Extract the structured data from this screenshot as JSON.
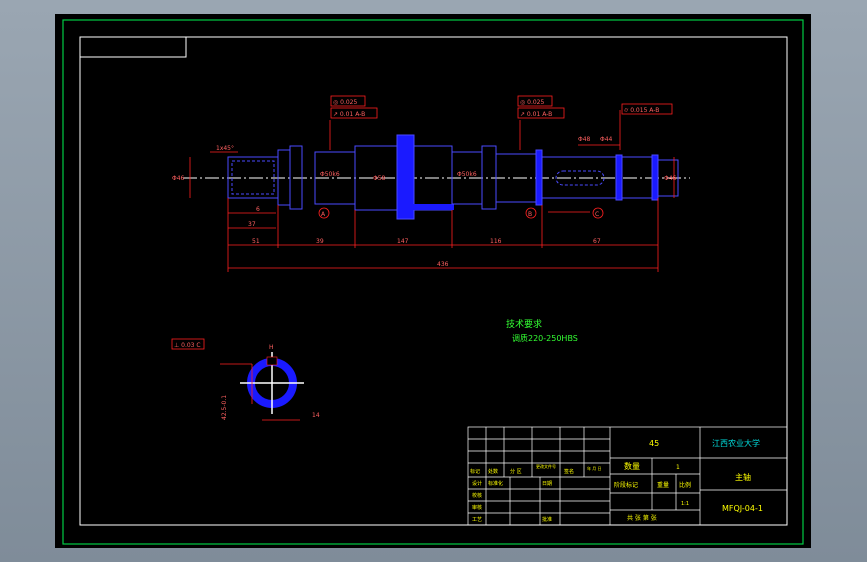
{
  "colors": {
    "background": "#000000",
    "viewport": "#8e9aa6",
    "frame": "#ffffff",
    "border_green": "#00cc44",
    "outline_blue": "#4a4aff",
    "fill_blue": "#1a1aff",
    "dimension_red": "#ff2020",
    "centerline": "#ffffff",
    "title_cyan": "#00dddd",
    "text_yellow": "#ffff00",
    "text_green": "#33ff33"
  },
  "dimensions": {
    "bottom_lengths": [
      "51",
      "39",
      "147",
      "116",
      "67"
    ],
    "total_length": "436",
    "keyway_length": "37",
    "keyway_depth": "6",
    "chamfer": "1x45°",
    "left_end_dia": "Φ46",
    "right_end_dia": "Φ46",
    "bearing_dia_left": "Φ50k6",
    "collar_dia": "Φ58",
    "bearing_dia_right": "Φ50k6",
    "step_right_1": "Φ48",
    "step_right_2": "Φ44"
  },
  "tolerances": {
    "tol_left_1": "◎ 0.025",
    "tol_left_2": "↗ 0.01 A-B",
    "tol_mid_1": "◎ 0.025",
    "tol_mid_2": "↗ 0.01 A-B",
    "tol_right": "⌭ 0.015 A-B",
    "tol_section": "⊥ 0.03 C"
  },
  "datum_labels": [
    "A",
    "B",
    "C"
  ],
  "section": {
    "key_width": "14",
    "key_depth": "42.5-0.1",
    "label_h": "H"
  },
  "notes": {
    "title": "技术要求",
    "line1": "调质220-250HBS"
  },
  "title_block": {
    "material": "45",
    "school": "江西农业大学",
    "quantity_label": "数量",
    "quantity_value": "1",
    "part_name": "主轴",
    "stage_label": "阶段标记",
    "weight_label": "重量",
    "scale_label": "比例",
    "scale_value": "1:1",
    "drawing_no": "MFQJ-04-1",
    "sheet_info": "共 张 第 张",
    "rev_headers": [
      "标记",
      "处数",
      "分 区",
      "更改文件号",
      "签名",
      "年 月 日"
    ],
    "roles": [
      "设计",
      "审核",
      "工艺"
    ],
    "role_labels_2": [
      "标准化",
      "批准"
    ],
    "role_labels_3": [
      "校核",
      "日期"
    ]
  }
}
